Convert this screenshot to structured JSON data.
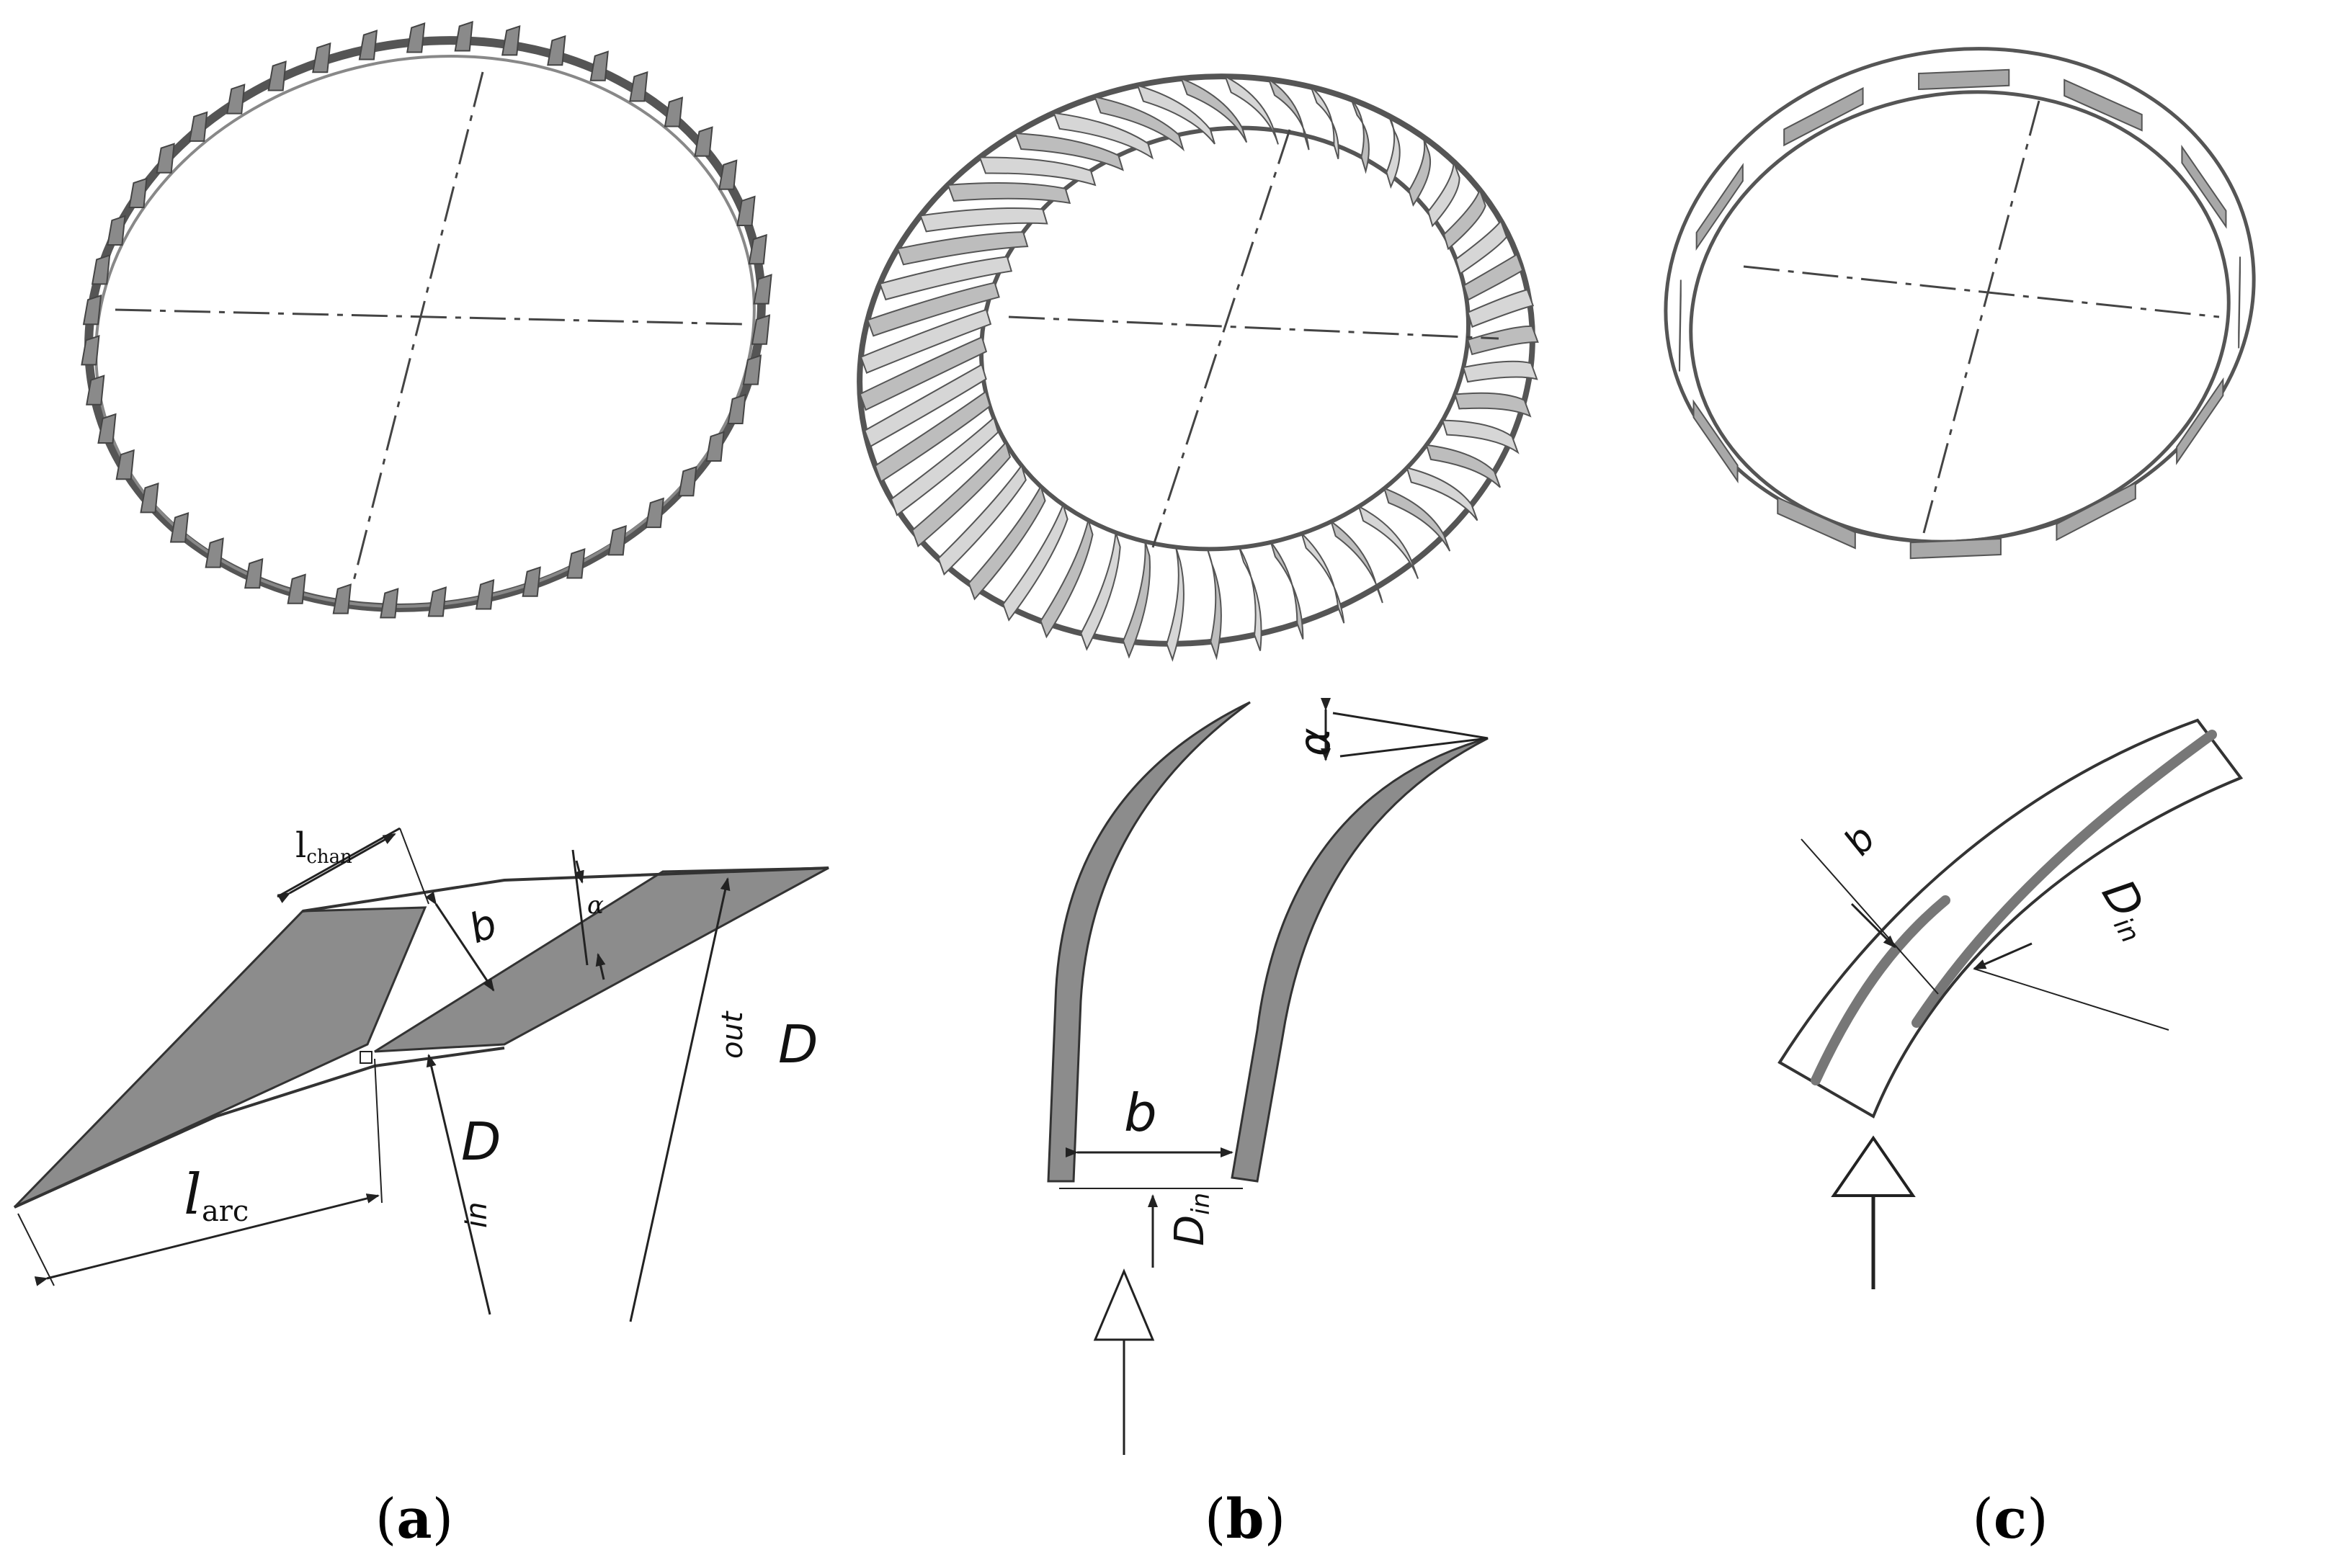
{
  "panels": [
    {
      "id": "a",
      "caption_open": "(",
      "caption_letter": "a",
      "caption_close": ")",
      "labels": {
        "l_chan_main": "l",
        "l_chan_sub": "chan",
        "b": "b",
        "alpha": "α",
        "D_out_main": "D",
        "D_out_sub": "out",
        "D_in_main": "D",
        "D_in_sub": "in",
        "l_arc_main": "l",
        "l_arc_sub": "arc"
      }
    },
    {
      "id": "b",
      "caption_open": "(",
      "caption_letter": "b",
      "caption_close": ")",
      "labels": {
        "alpha": "α",
        "b": "b",
        "D_in_main": "D",
        "D_in_sub": "in"
      }
    },
    {
      "id": "c",
      "caption_open": "(",
      "caption_letter": "c",
      "caption_close": ")",
      "labels": {
        "b": "b",
        "D_in_main": "D",
        "D_in_sub": "in"
      }
    }
  ],
  "colors": {
    "line": "#3a3a3a",
    "blade_fill": "#8c8c8c",
    "blade_light": "#cfcfcf",
    "ring": "#555555"
  }
}
